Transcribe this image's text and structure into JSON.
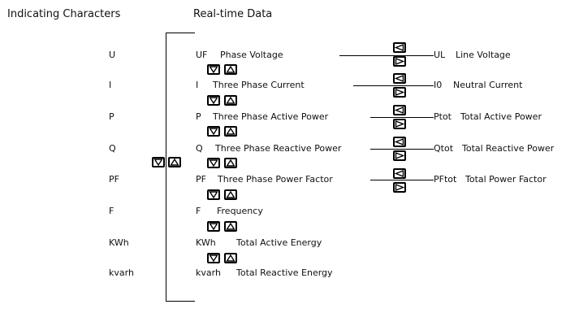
{
  "header": {
    "left_title": "Indicating Characters",
    "right_title": "Real-time Data"
  },
  "indicators": [
    "U",
    "I",
    "P",
    "Q",
    "PF",
    "F",
    "KWh",
    "kvarh"
  ],
  "phase_items": [
    {
      "code": "UF",
      "name": "Phase Voltage"
    },
    {
      "code": "I",
      "name": "Three Phase Current"
    },
    {
      "code": "P",
      "name": "Three Phase Active Power"
    },
    {
      "code": "Q",
      "name": "Three Phase Reactive Power"
    },
    {
      "code": "PF",
      "name": "Three Phase Power Factor"
    },
    {
      "code": "F",
      "name": "Frequency"
    },
    {
      "code": "KWh",
      "name": "Total Active Energy"
    },
    {
      "code": "kvarh",
      "name": "Total Reactive Energy"
    }
  ],
  "total_items": [
    {
      "code": "UL",
      "name": "Line Voltage"
    },
    {
      "code": "I0",
      "name": "Neutral Current"
    },
    {
      "code": "Ptot",
      "name": "Total Active Power"
    },
    {
      "code": "Qtot",
      "name": "Total Reactive Power"
    },
    {
      "code": "PFtot",
      "name": "Total Power Factor"
    }
  ],
  "icons": {
    "down": "down-triangle-icon",
    "up": "up-triangle-icon",
    "left": "left-triangle-icon",
    "right": "right-triangle-icon"
  }
}
